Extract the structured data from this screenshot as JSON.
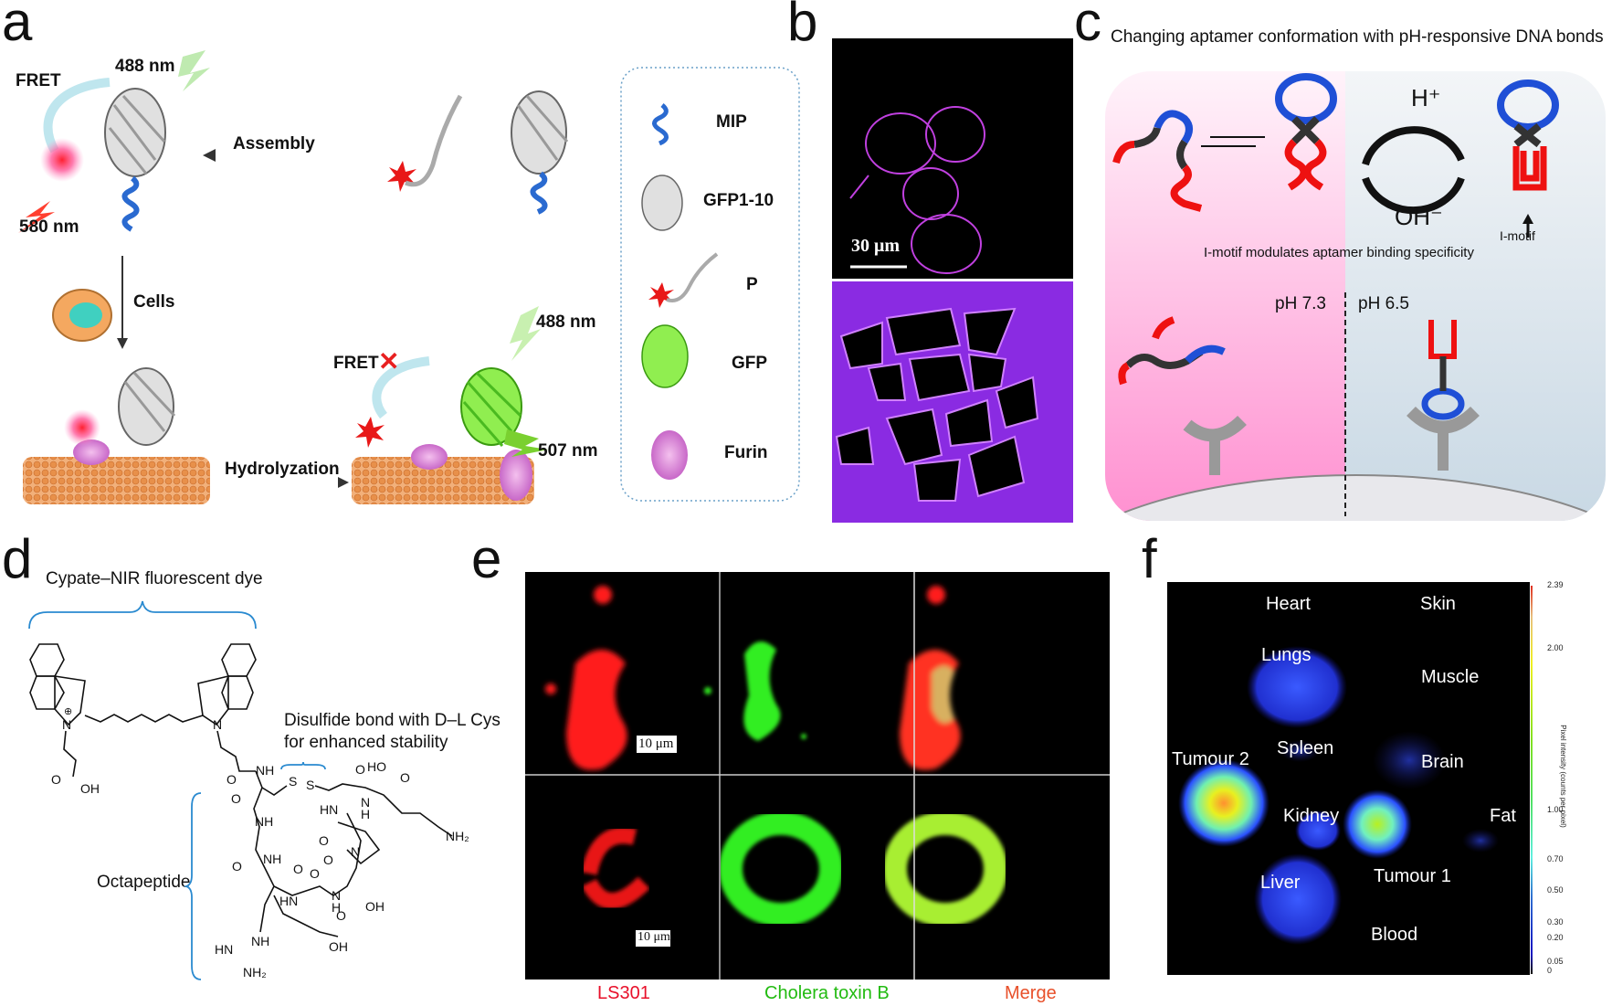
{
  "panel_letters": {
    "a": "a",
    "b": "b",
    "c": "c",
    "d": "d",
    "e": "e",
    "f": "f"
  },
  "panel_a": {
    "fret_top": "FRET",
    "ex_top": "488 nm",
    "em_top": "580 nm",
    "assembly": "Assembly",
    "cells": "Cells",
    "hydrolyzation": "Hydrolyzation",
    "fret_blocked": "FRET",
    "ex_bottom": "488 nm",
    "em_bottom": "507 nm",
    "legend": [
      {
        "label": "MIP"
      },
      {
        "label": "GFP1-10"
      },
      {
        "label": "P"
      },
      {
        "label": "GFP"
      },
      {
        "label": "Furin"
      }
    ]
  },
  "panel_b": {
    "scale_bar": "30 μm",
    "colors": {
      "stain": "#c040e0",
      "background": "#8a2be2"
    }
  },
  "panel_c": {
    "title": "Changing aptamer conformation with pH-responsive DNA bonds",
    "h_plus": "H⁺",
    "oh_minus": "OH⁻",
    "i_motif": "I-motif",
    "subtitle": "I-motif modulates aptamer binding specificity",
    "ph_left": "pH 7.3",
    "ph_right": "pH 6.5",
    "colors": {
      "loop": "#1f4fd6",
      "stem": "#333333",
      "tail": "#ee1111",
      "left_bg": "#ffc8e8",
      "right_bg": "#e8eef2"
    }
  },
  "panel_d": {
    "dye_label": "Cypate–NIR fluorescent dye",
    "disulfide_label_1": "Disulfide bond with D–L Cys",
    "disulfide_label_2": "for enhanced stability",
    "peptide_label": "Octapeptide",
    "atoms": [
      "N",
      "⊕",
      "O",
      "OH",
      "N",
      "O",
      "NH",
      "S",
      "S",
      "O",
      "HO",
      "O",
      "O",
      "N",
      "H",
      "HN",
      "NH",
      "O",
      "NH₂",
      "N",
      "O",
      "O",
      "NH",
      "O",
      "O",
      "HN",
      "N",
      "H",
      "OH",
      "O",
      "NH",
      "HN",
      "OH",
      "NH₂"
    ]
  },
  "panel_e": {
    "scale_top": "10 μm",
    "scale_bottom": "10 μm",
    "columns": [
      {
        "label": "LS301",
        "color": "#e8102a"
      },
      {
        "label": "Cholera toxin B",
        "color": "#22bb11"
      },
      {
        "label": "Merge",
        "color": "#e8502a"
      }
    ]
  },
  "panel_f": {
    "organs": [
      "Heart",
      "Skin",
      "Lungs",
      "Muscle",
      "Spleen",
      "Brain",
      "Tumour 2",
      "Kidney",
      "Fat",
      "Liver",
      "Tumour 1",
      "Blood"
    ],
    "colorbar_label": "Pixel intensity (counts per pixel)",
    "colorbar_ticks": [
      "2.39",
      "2.00",
      "1.00",
      "0.70",
      "0.50",
      "0.30",
      "0.20",
      "0.05",
      "0"
    ]
  }
}
